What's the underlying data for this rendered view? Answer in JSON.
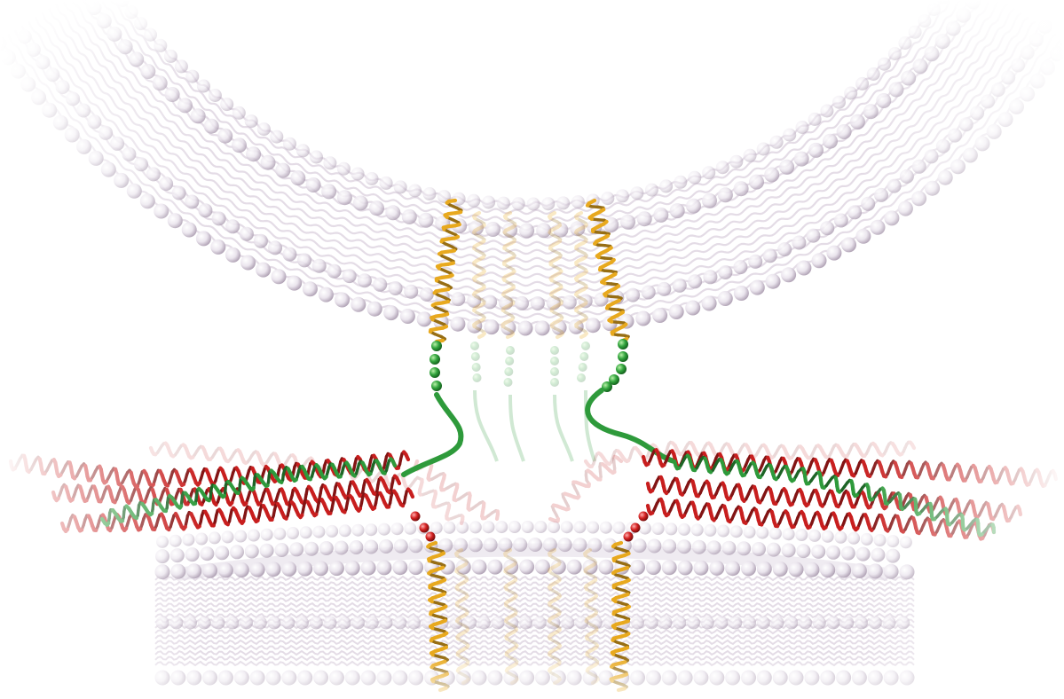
{
  "scene": {
    "subject": "membrane-fusion-snare-complex",
    "colors": {
      "background": "#ffffff",
      "lipid_head": "#efeaf2",
      "lipid_head_shade": "#b7a9bd",
      "lipid_tail": "#cdbfd2",
      "tm_helix": "#e8a91e",
      "linker": "#2e9a3b",
      "helix_red": "#c81e1e",
      "bead_red": "#d42222"
    },
    "components": [
      "upper-vesicle-membrane",
      "lower-planar-membrane",
      "transmembrane-helix",
      "linker-beads",
      "snare-coiled-coil"
    ]
  }
}
